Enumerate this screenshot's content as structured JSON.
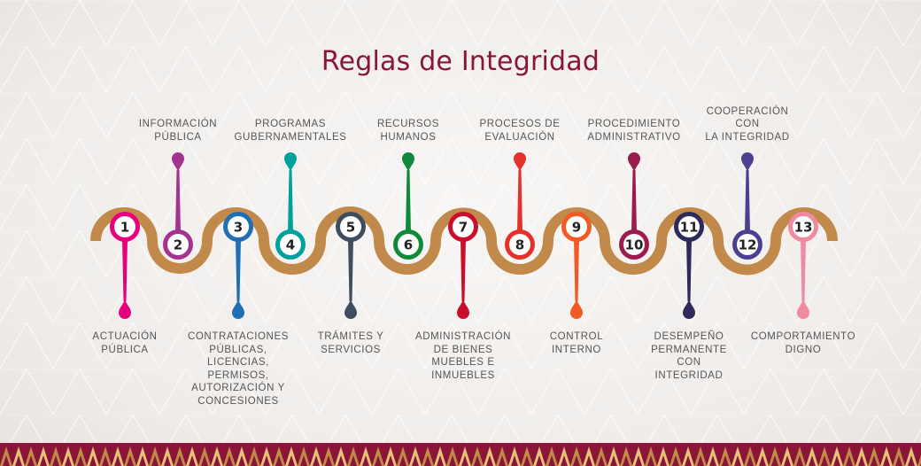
{
  "title": "Reglas de Integridad",
  "rules": [
    {
      "num": "1",
      "label": "ACTUACIÓN\nPÚBLICA",
      "color": "#e6007e",
      "pos": "bottom"
    },
    {
      "num": "2",
      "label": "INFORMACIÓN\nPÚBLICA",
      "color": "#a3338e",
      "pos": "top"
    },
    {
      "num": "3",
      "label": "CONTRATACIONES\nPÚBLICAS,\nLICENCIAS,\nPERMISOS,\nAUTORIZACIÓN Y\nCONCESIONES",
      "color": "#1f6fb5",
      "pos": "bottom"
    },
    {
      "num": "4",
      "label": "PROGRAMAS\nGUBERNAMENTALES",
      "color": "#00a19a",
      "pos": "top"
    },
    {
      "num": "5",
      "label": "TRÁMITES Y\nSERVICIOS",
      "color": "#3f4e5e",
      "pos": "bottom"
    },
    {
      "num": "6",
      "label": "RECURSOS\nHUMANOS",
      "color": "#0f8a3b",
      "pos": "top"
    },
    {
      "num": "7",
      "label": "ADMINISTRACIÓN\nDE BIENES\nMUEBLES E\nINMUEBLES",
      "color": "#c8102e",
      "pos": "bottom"
    },
    {
      "num": "8",
      "label": "PROCESOS DE\nEVALUACIÓN",
      "color": "#e4312b",
      "pos": "top"
    },
    {
      "num": "9",
      "label": "CONTROL\nINTERNO",
      "color": "#f15a22",
      "pos": "bottom"
    },
    {
      "num": "10",
      "label": "PROCEDIMIENTO\nADMINISTRATIVO",
      "color": "#9b1b4e",
      "pos": "top"
    },
    {
      "num": "11",
      "label": "DESEMPEÑO\nPERMANENTE\nCON\nINTEGRIDAD",
      "color": "#2e2a5a",
      "pos": "bottom"
    },
    {
      "num": "12",
      "label": "COOPERACIÓN\nCON\nLA INTEGRIDAD",
      "color": "#4a3f91",
      "pos": "top"
    },
    {
      "num": "13",
      "label": "COMPORTAMIENTO\nDIGNO",
      "color": "#f08aa1",
      "pos": "bottom"
    }
  ],
  "colors": {
    "wave": "#c28a4a",
    "title": "#8b1538"
  }
}
